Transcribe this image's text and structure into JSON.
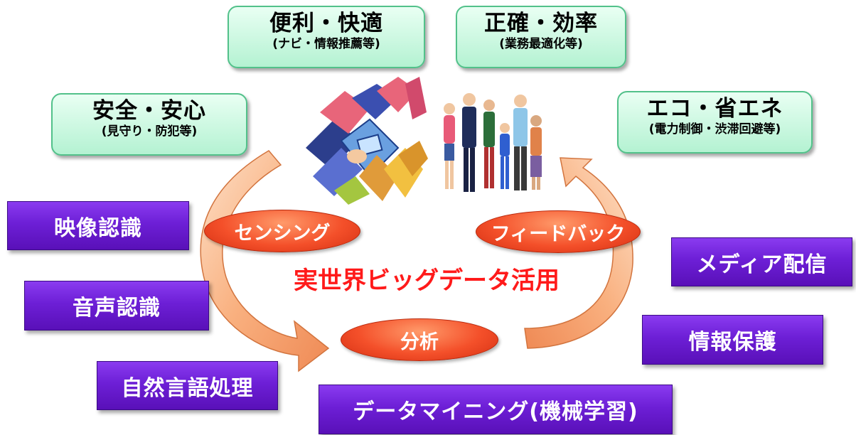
{
  "benefits": {
    "convenience": {
      "title": "便利・快適",
      "sub": "(ナビ・情報推薦等)"
    },
    "accuracy": {
      "title": "正確・効率",
      "sub": "(業務最適化等)"
    },
    "safety": {
      "title": "安全・安心",
      "sub": "(見守り・防犯等)"
    },
    "eco": {
      "title": "エコ・省エネ",
      "sub": "(電力制御・渋滞回避等)"
    }
  },
  "technologies": {
    "video": "映像認識",
    "speech": "音声認識",
    "nlp": "自然言語処理",
    "mining": "データマイニング(機械学習)",
    "media": "メディア配信",
    "protection": "情報保護"
  },
  "cycle": {
    "sensing": "センシング",
    "feedback": "フィードバック",
    "analysis": "分析"
  },
  "center_title": "実世界ビッグデータ活用",
  "colors": {
    "benefit_border": "#52c18a",
    "tech_fill": "#6d1fd6",
    "oval_fill": "#f4502a",
    "arrow_fill": "#f9b07f",
    "title_red": "#ff1a1a"
  }
}
